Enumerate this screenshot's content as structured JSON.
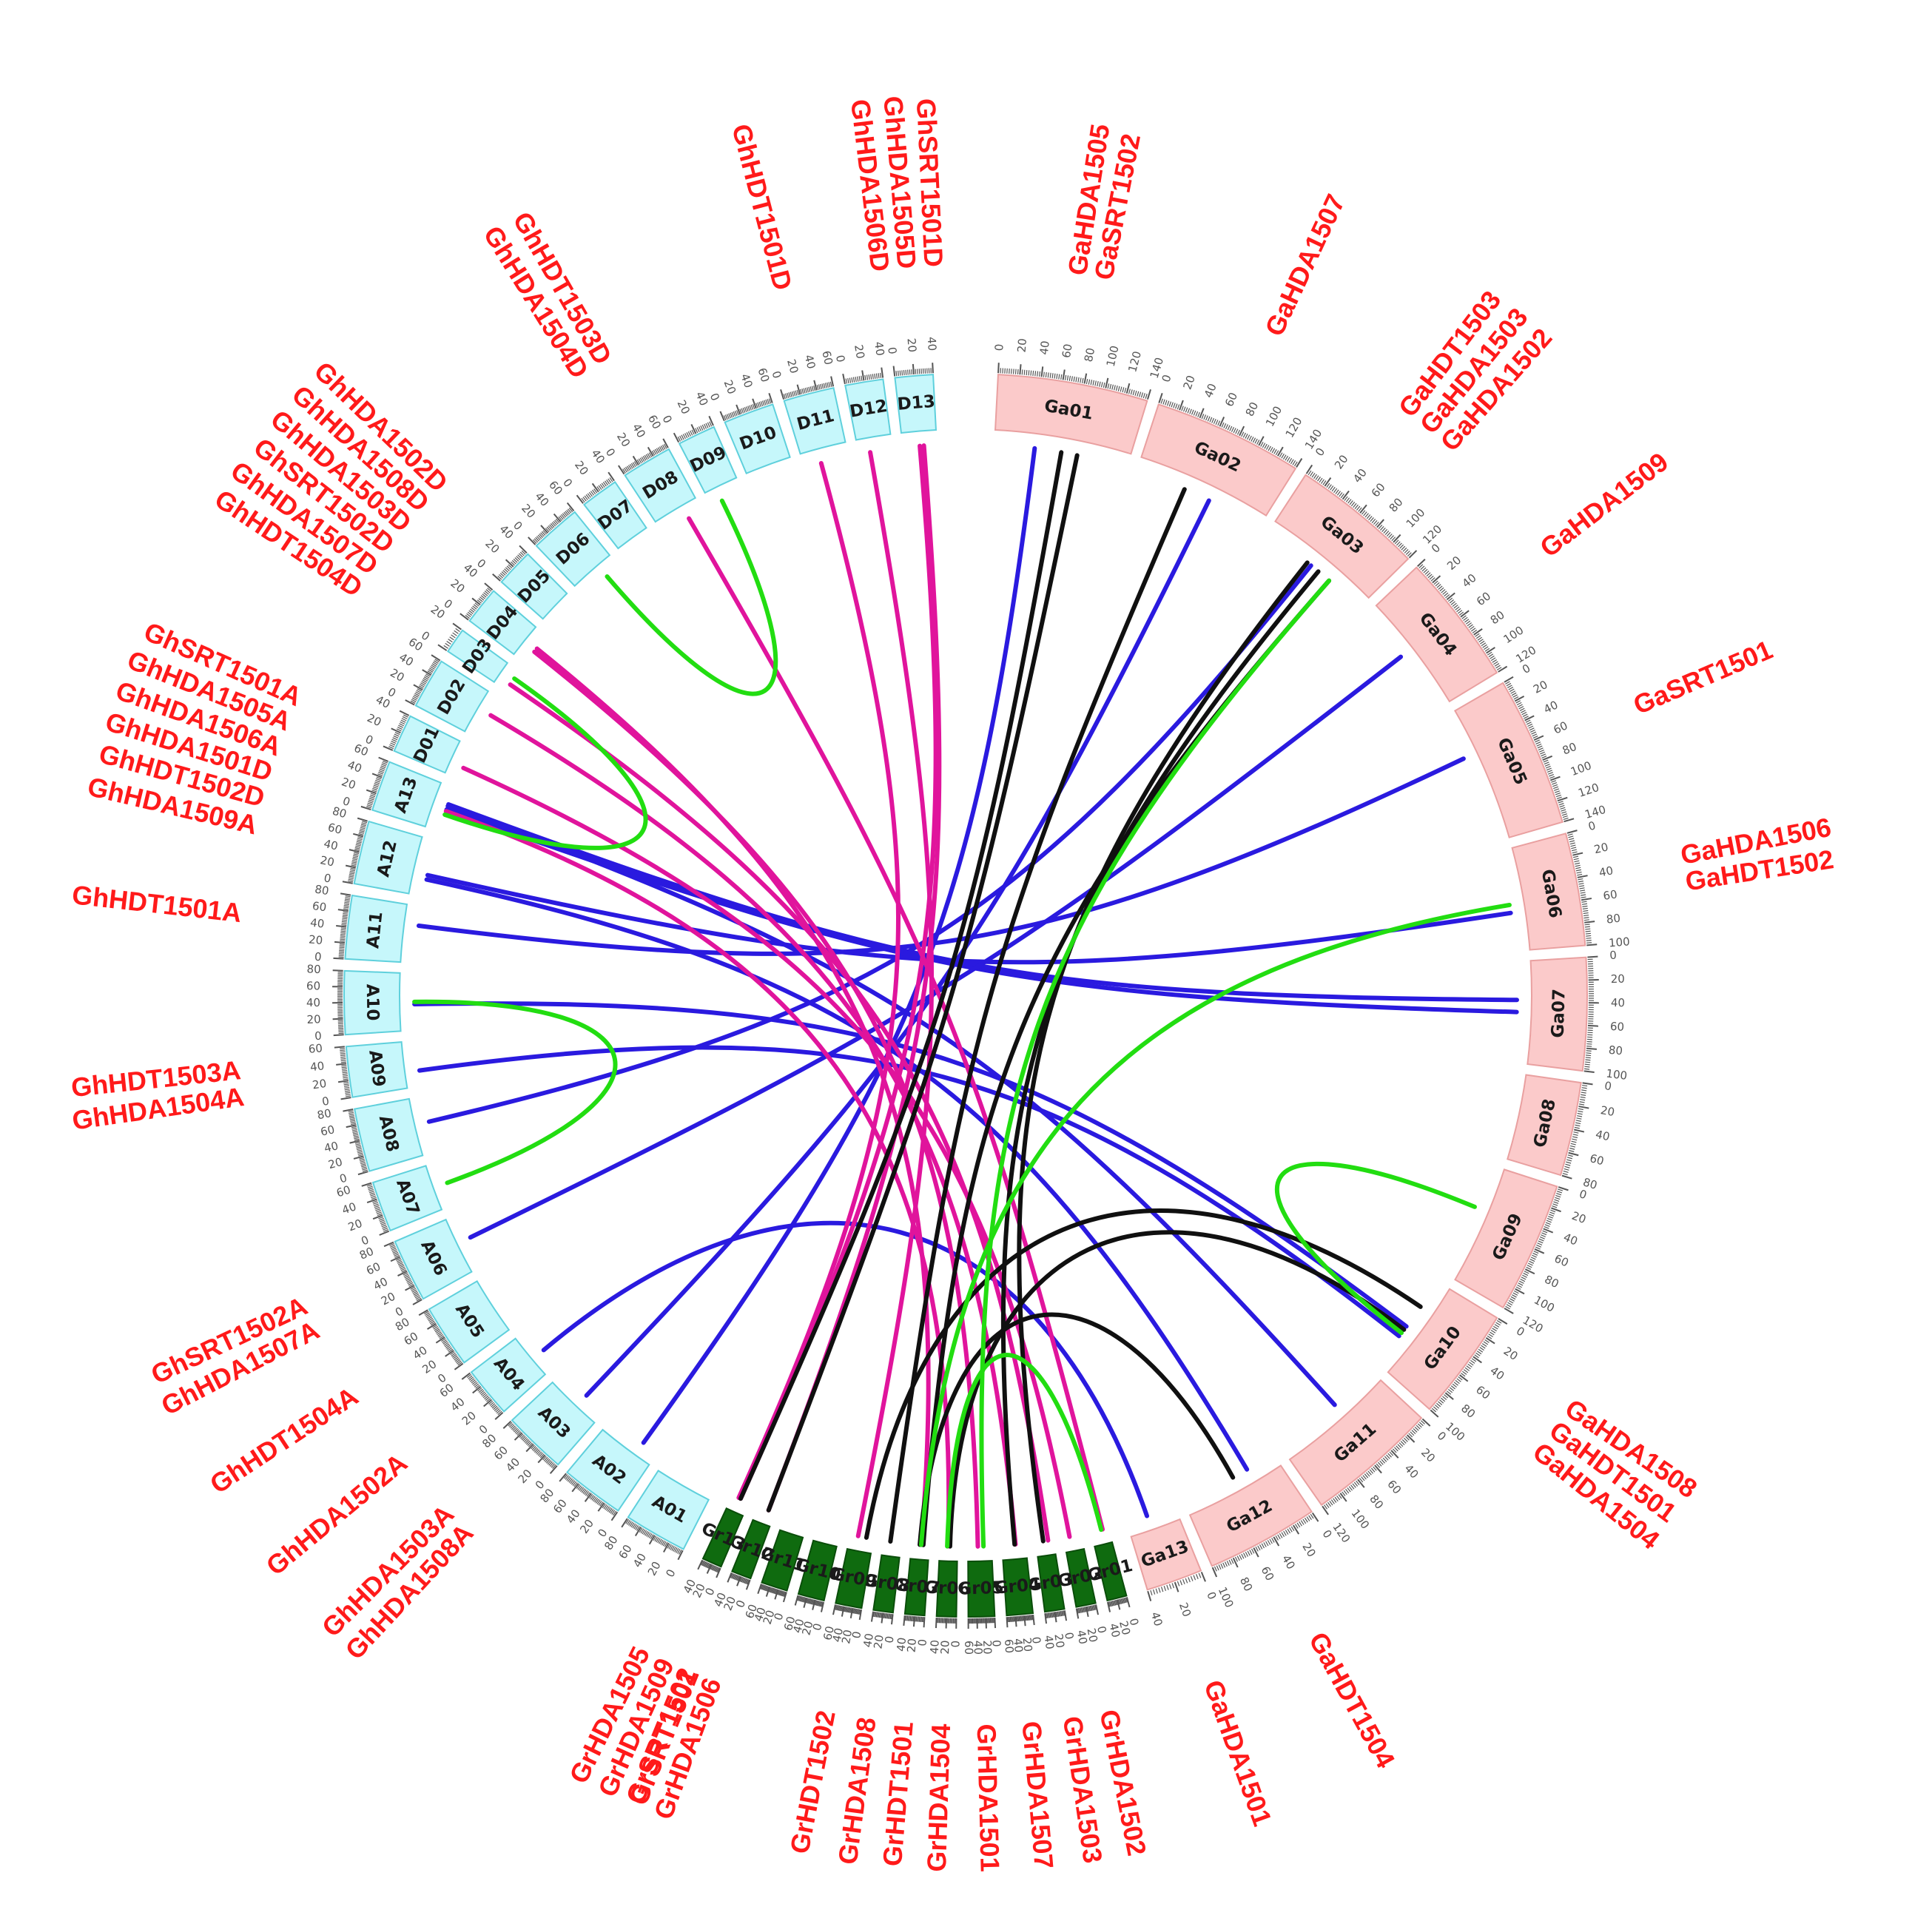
{
  "colors": {
    "gh_fill": "#c6f7fb",
    "gh_stroke": "#5fd0dc",
    "ga_fill": "#fbcaca",
    "ga_stroke": "#e9a0a0",
    "gr_fill": "#0f6b0f",
    "gr_stroke": "#0a4d0a",
    "label": "#ff1a1a",
    "link_blue": "#2a1adf",
    "link_magenta": "#e0149c",
    "link_black": "#101010",
    "link_green": "#22dd11"
  },
  "chromosomes": [
    {
      "id": "Ga01",
      "group": "Ga",
      "ticks": [
        "0",
        "20",
        "40",
        "60",
        "80",
        "100",
        "120",
        "140"
      ]
    },
    {
      "id": "Ga02",
      "group": "Ga",
      "ticks": [
        "0",
        "20",
        "40",
        "60",
        "80",
        "100",
        "120",
        "140"
      ]
    },
    {
      "id": "Ga03",
      "group": "Ga",
      "ticks": [
        "0",
        "20",
        "40",
        "60",
        "80",
        "100",
        "120"
      ]
    },
    {
      "id": "Ga04",
      "group": "Ga",
      "ticks": [
        "0",
        "20",
        "40",
        "60",
        "80",
        "100",
        "120"
      ]
    },
    {
      "id": "Ga05",
      "group": "Ga",
      "ticks": [
        "0",
        "20",
        "40",
        "60",
        "80",
        "100",
        "120",
        "140"
      ]
    },
    {
      "id": "Ga06",
      "group": "Ga",
      "ticks": [
        "0",
        "20",
        "40",
        "60",
        "80",
        "100"
      ]
    },
    {
      "id": "Ga07",
      "group": "Ga",
      "ticks": [
        "0",
        "20",
        "40",
        "60",
        "80",
        "100"
      ]
    },
    {
      "id": "Ga08",
      "group": "Ga",
      "ticks": [
        "0",
        "20",
        "40",
        "60",
        "80"
      ]
    },
    {
      "id": "Ga09",
      "group": "Ga",
      "ticks": [
        "0",
        "20",
        "40",
        "60",
        "80",
        "100",
        "120"
      ]
    },
    {
      "id": "Ga10",
      "group": "Ga",
      "ticks": [
        "0",
        "20",
        "40",
        "60",
        "80",
        "100"
      ]
    },
    {
      "id": "Ga11",
      "group": "Ga",
      "ticks": [
        "0",
        "20",
        "40",
        "60",
        "80",
        "100",
        "120"
      ]
    },
    {
      "id": "Ga12",
      "group": "Ga",
      "ticks": [
        "0",
        "20",
        "40",
        "60",
        "80",
        "100"
      ]
    },
    {
      "id": "Ga13",
      "group": "Ga",
      "ticks": [
        "0",
        "20",
        "40"
      ]
    },
    {
      "id": "Gr01",
      "group": "Gr",
      "ticks": [
        "0",
        "20",
        "40"
      ]
    },
    {
      "id": "Gr02",
      "group": "Gr",
      "ticks": [
        "0",
        "20",
        "40"
      ]
    },
    {
      "id": "Gr03",
      "group": "Gr",
      "ticks": [
        "0",
        "20",
        "40"
      ]
    },
    {
      "id": "Gr04",
      "group": "Gr",
      "ticks": [
        "0",
        "20",
        "40",
        "60"
      ]
    },
    {
      "id": "Gr05",
      "group": "Gr",
      "ticks": [
        "0",
        "20",
        "40",
        "60"
      ]
    },
    {
      "id": "Gr06",
      "group": "Gr",
      "ticks": [
        "0",
        "20",
        "40"
      ]
    },
    {
      "id": "Gr07",
      "group": "Gr",
      "ticks": [
        "0",
        "20",
        "40"
      ]
    },
    {
      "id": "Gr08",
      "group": "Gr",
      "ticks": [
        "0",
        "20",
        "40"
      ]
    },
    {
      "id": "Gr09",
      "group": "Gr",
      "ticks": [
        "0",
        "20",
        "40",
        "60"
      ]
    },
    {
      "id": "Gr10",
      "group": "Gr",
      "ticks": [
        "0",
        "20",
        "40",
        "60"
      ]
    },
    {
      "id": "Gr11",
      "group": "Gr",
      "ticks": [
        "0",
        "20",
        "40",
        "60"
      ]
    },
    {
      "id": "Gr12",
      "group": "Gr",
      "ticks": [
        "0",
        "20",
        "40"
      ]
    },
    {
      "id": "Gr13",
      "group": "Gr",
      "ticks": [
        "0",
        "20",
        "40"
      ]
    },
    {
      "id": "A01",
      "group": "Gh",
      "ticks": [
        "0",
        "20",
        "40",
        "60",
        "80"
      ]
    },
    {
      "id": "A02",
      "group": "Gh",
      "ticks": [
        "0",
        "20",
        "40",
        "60",
        "80"
      ]
    },
    {
      "id": "A03",
      "group": "Gh",
      "ticks": [
        "0",
        "20",
        "40",
        "60",
        "80"
      ]
    },
    {
      "id": "A04",
      "group": "Gh",
      "ticks": [
        "0",
        "20",
        "40",
        "60"
      ]
    },
    {
      "id": "A05",
      "group": "Gh",
      "ticks": [
        "0",
        "20",
        "40",
        "60",
        "80"
      ]
    },
    {
      "id": "A06",
      "group": "Gh",
      "ticks": [
        "0",
        "20",
        "40",
        "60",
        "80"
      ]
    },
    {
      "id": "A07",
      "group": "Gh",
      "ticks": [
        "0",
        "20",
        "40",
        "60"
      ]
    },
    {
      "id": "A08",
      "group": "Gh",
      "ticks": [
        "0",
        "20",
        "40",
        "60",
        "80"
      ]
    },
    {
      "id": "A09",
      "group": "Gh",
      "ticks": [
        "0",
        "20",
        "40",
        "60"
      ]
    },
    {
      "id": "A10",
      "group": "Gh",
      "ticks": [
        "0",
        "20",
        "40",
        "60",
        "80"
      ]
    },
    {
      "id": "A11",
      "group": "Gh",
      "ticks": [
        "0",
        "20",
        "40",
        "60",
        "80"
      ]
    },
    {
      "id": "A12",
      "group": "Gh",
      "ticks": [
        "0",
        "20",
        "40",
        "60",
        "80"
      ]
    },
    {
      "id": "A13",
      "group": "Gh",
      "ticks": [
        "0",
        "20",
        "40",
        "60"
      ]
    },
    {
      "id": "D01",
      "group": "Gh",
      "ticks": [
        "0",
        "20",
        "40"
      ]
    },
    {
      "id": "D02",
      "group": "Gh",
      "ticks": [
        "0",
        "20",
        "40",
        "60"
      ]
    },
    {
      "id": "D03",
      "group": "Gh",
      "ticks": [
        "0",
        "20"
      ]
    },
    {
      "id": "D04",
      "group": "Gh",
      "ticks": [
        "0",
        "20",
        "40"
      ]
    },
    {
      "id": "D05",
      "group": "Gh",
      "ticks": [
        "0",
        "20",
        "40"
      ]
    },
    {
      "id": "D06",
      "group": "Gh",
      "ticks": [
        "0",
        "20",
        "40",
        "60"
      ]
    },
    {
      "id": "D07",
      "group": "Gh",
      "ticks": [
        "0",
        "20",
        "40"
      ]
    },
    {
      "id": "D08",
      "group": "Gh",
      "ticks": [
        "0",
        "20",
        "40",
        "60"
      ]
    },
    {
      "id": "D09",
      "group": "Gh",
      "ticks": [
        "0",
        "20",
        "40"
      ]
    },
    {
      "id": "D10",
      "group": "Gh",
      "ticks": [
        "0",
        "20",
        "40",
        "60"
      ]
    },
    {
      "id": "D11",
      "group": "Gh",
      "ticks": [
        "0",
        "20",
        "40",
        "60"
      ]
    },
    {
      "id": "D12",
      "group": "Gh",
      "ticks": [
        "0",
        "20",
        "40"
      ]
    },
    {
      "id": "D13",
      "group": "Gh",
      "ticks": [
        "0",
        "20",
        "40"
      ]
    }
  ],
  "gene_labels": [
    {
      "chrom": "Ga01",
      "lines": [
        "GaHDA1505",
        "GaSRT1502"
      ]
    },
    {
      "chrom": "Ga02",
      "lines": [
        "GaHDA1507"
      ]
    },
    {
      "chrom": "Ga03",
      "lines": [
        "GaHDT1503",
        "GaHDA1503",
        "GaHDA1502"
      ]
    },
    {
      "chrom": "Ga04",
      "lines": [
        "GaHDA1509"
      ]
    },
    {
      "chrom": "Ga05",
      "lines": [
        "GaSRT1501"
      ]
    },
    {
      "chrom": "Ga06",
      "lines": [
        "GaHDA1506",
        "GaHDT1502"
      ]
    },
    {
      "chrom": "Ga10",
      "lines": [
        "GaHDA1508",
        "GaHDT1501",
        "GaHDA1504"
      ]
    },
    {
      "chrom": "Ga12",
      "lines": [
        "GaHDT1504"
      ]
    },
    {
      "chrom": "Ga13",
      "lines": [
        "GaHDA1501"
      ]
    },
    {
      "chrom": "Gr02",
      "lines": [
        "GrHDA1502"
      ]
    },
    {
      "chrom": "Gr03",
      "lines": [
        "GrHDA1503"
      ]
    },
    {
      "chrom": "Gr04",
      "lines": [
        "GrHDA1507"
      ]
    },
    {
      "chrom": "Gr05",
      "lines": [
        "GrHDA1501"
      ]
    },
    {
      "chrom": "Gr06",
      "lines": [
        "GrHDA1504"
      ]
    },
    {
      "chrom": "Gr07",
      "lines": [
        "GrHDT1501"
      ]
    },
    {
      "chrom": "Gr08",
      "lines": [
        "GrHDA1508"
      ]
    },
    {
      "chrom": "Gr09",
      "lines": [
        "GrHDT1502"
      ]
    },
    {
      "chrom": "Gr12",
      "lines": [
        "GrHDA1506",
        "GrSRT1502"
      ]
    },
    {
      "chrom": "Gr13",
      "lines": [
        "GrSRT1501",
        "GrHDA1509",
        "GrHDA1505"
      ]
    },
    {
      "chrom": "A03",
      "lines": [
        "GhHDA1508A",
        "GhHDA1503A"
      ]
    },
    {
      "chrom": "A04",
      "lines": [
        "GhHDA1502A"
      ]
    },
    {
      "chrom": "A05",
      "lines": [
        "GhHDT1504A"
      ]
    },
    {
      "chrom": "A06",
      "lines": [
        "GhHDA1507A",
        "GhSRT1502A"
      ]
    },
    {
      "chrom": "A09",
      "lines": [
        "GhHDA1504A",
        "GhHDT1503A"
      ]
    },
    {
      "chrom": "A11",
      "lines": [
        "GhHDT1501A"
      ]
    },
    {
      "chrom": "A12",
      "lines": [
        "GhHDA1509A"
      ]
    },
    {
      "chrom": "A13",
      "lines": [
        "GhHDT1502D",
        "GhHDA1501D",
        "GhHDA1506A",
        "GhHDA1505A",
        "GhSRT1501A"
      ]
    },
    {
      "chrom": "D04",
      "lines": [
        "GhHDT1504D",
        "GhHDA1507D",
        "GhSRT1502D",
        "GhHDA1503D",
        "GhHDA1508D",
        "GhHDA1502D"
      ]
    },
    {
      "chrom": "D08",
      "lines": [
        "GhHDA1504D",
        "GhHDT1503D"
      ]
    },
    {
      "chrom": "D11",
      "lines": [
        "GhHDT1501D"
      ]
    },
    {
      "chrom": "D13",
      "lines": [
        "GhHDA1506D",
        "GhHDA1505D",
        "GhSRT1501D"
      ]
    }
  ],
  "links": [
    {
      "color": "link_blue",
      "from": "Ga01",
      "to": "A02"
    },
    {
      "color": "link_blue",
      "from": "Ga02",
      "to": "A03"
    },
    {
      "color": "link_blue",
      "from": "Ga03",
      "to": "A08"
    },
    {
      "color": "link_blue",
      "from": "Ga05",
      "to": "A11"
    },
    {
      "color": "link_blue",
      "from": "Ga06",
      "to": "A12"
    },
    {
      "color": "link_blue",
      "from": "Ga07",
      "to": "A13"
    },
    {
      "color": "link_blue",
      "from": "Ga07",
      "to": "A13"
    },
    {
      "color": "link_blue",
      "from": "Ga10",
      "to": "A09"
    },
    {
      "color": "link_blue",
      "from": "Ga10",
      "to": "A10"
    },
    {
      "color": "link_blue",
      "from": "Ga11",
      "to": "A13"
    },
    {
      "color": "link_blue",
      "from": "Ga12",
      "to": "A12"
    },
    {
      "color": "link_blue",
      "from": "Ga13",
      "to": "A04"
    },
    {
      "color": "link_blue",
      "from": "Ga04",
      "to": "A06"
    },
    {
      "color": "link_magenta",
      "from": "D12",
      "to": "Gr09"
    },
    {
      "color": "link_magenta",
      "from": "D13",
      "to": "Gr12"
    },
    {
      "color": "link_magenta",
      "from": "D13",
      "to": "Gr13"
    },
    {
      "color": "link_magenta",
      "from": "D11",
      "to": "Gr13"
    },
    {
      "color": "link_magenta",
      "from": "D08",
      "to": "Gr01"
    },
    {
      "color": "link_magenta",
      "from": "D04",
      "to": "Gr07"
    },
    {
      "color": "link_magenta",
      "from": "D04",
      "to": "Gr05"
    },
    {
      "color": "link_magenta",
      "from": "D03",
      "to": "Gr03"
    },
    {
      "color": "link_magenta",
      "from": "D02",
      "to": "Gr04"
    },
    {
      "color": "link_magenta",
      "from": "A13",
      "to": "Gr06"
    },
    {
      "color": "link_magenta",
      "from": "D01",
      "to": "Gr02"
    },
    {
      "color": "link_black",
      "from": "Ga01",
      "to": "Gr12"
    },
    {
      "color": "link_black",
      "from": "Ga01",
      "to": "Gr13"
    },
    {
      "color": "link_black",
      "from": "Ga02",
      "to": "Gr08"
    },
    {
      "color": "link_black",
      "from": "Ga03",
      "to": "Gr07"
    },
    {
      "color": "link_black",
      "from": "Ga03",
      "to": "Gr04"
    },
    {
      "color": "link_black",
      "from": "Ga03",
      "to": "Gr03"
    },
    {
      "color": "link_black",
      "from": "Ga10",
      "to": "Gr09"
    },
    {
      "color": "link_black",
      "from": "Ga10",
      "to": "Gr06"
    },
    {
      "color": "link_black",
      "from": "Ga12",
      "to": "Gr07"
    },
    {
      "color": "link_green",
      "from": "D09",
      "to": "D06"
    },
    {
      "color": "link_green",
      "from": "D03",
      "to": "A13"
    },
    {
      "color": "link_green",
      "from": "A10",
      "to": "A07"
    },
    {
      "color": "link_green",
      "from": "Ga09",
      "to": "Ga10"
    },
    {
      "color": "link_green",
      "from": "Ga03",
      "to": "Gr05"
    },
    {
      "color": "link_green",
      "from": "Ga06",
      "to": "Gr07"
    },
    {
      "color": "link_green",
      "from": "Gr01",
      "to": "Gr06"
    }
  ]
}
